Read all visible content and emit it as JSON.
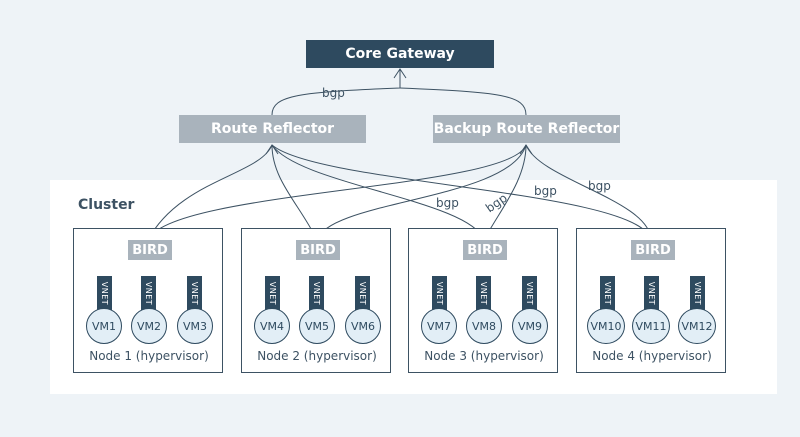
{
  "core_gateway": "Core Gateway",
  "reflectors": {
    "primary": "Route Reflector",
    "backup": "Backup Route Reflector"
  },
  "cluster_label": "Cluster",
  "bgp_label": "bgp",
  "nodes": [
    {
      "bird": "BIRD",
      "label": "Node 1 (hypervisor)",
      "vms": [
        "VM1",
        "VM2",
        "VM3"
      ]
    },
    {
      "bird": "BIRD",
      "label": "Node 2 (hypervisor)",
      "vms": [
        "VM4",
        "VM5",
        "VM6"
      ]
    },
    {
      "bird": "BIRD",
      "label": "Node 3 (hypervisor)",
      "vms": [
        "VM7",
        "VM8",
        "VM9"
      ]
    },
    {
      "bird": "BIRD",
      "label": "Node 4 (hypervisor)",
      "vms": [
        "VM10",
        "VM11",
        "VM12"
      ]
    }
  ],
  "vnet_label": "VNET",
  "colors": {
    "dark": "#2e4a5f",
    "grey": "#a9b3bc",
    "vm_fill": "#e2eef6"
  }
}
